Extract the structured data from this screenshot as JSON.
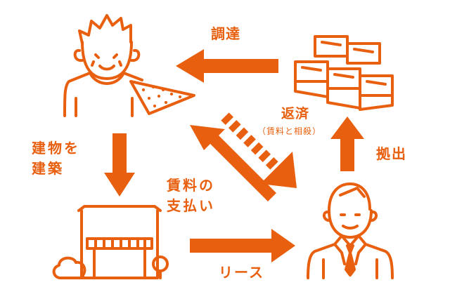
{
  "colors": {
    "accent": "#e8600f",
    "background": "#ffffff"
  },
  "labels": {
    "procure": "調達",
    "repay": "返済",
    "repay_note": "（賃料と相殺）",
    "build_line1": "建物を",
    "build_line2": "建築",
    "invest": "拠出",
    "rent_line1": "賃料の",
    "rent_line2": "支払い",
    "lease": "リース"
  },
  "icons": [
    "landowner-figure-icon",
    "land-plot-icon",
    "money-stack-icon",
    "store-building-icon",
    "businessman-figure-icon"
  ]
}
